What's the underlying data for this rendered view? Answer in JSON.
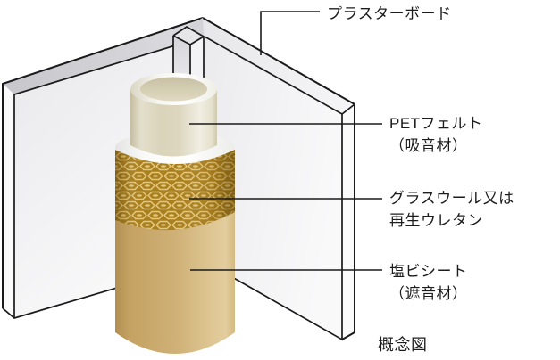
{
  "diagram": {
    "caption": "概念図",
    "labels": {
      "plasterboard": {
        "text": "プラスターボード"
      },
      "pet_felt": {
        "line1": "PETフェルト",
        "line2": "（吸音材）"
      },
      "glass_wool": {
        "line1": "グラスウール又は",
        "line2": "再生ウレタン"
      },
      "pvc_sheet": {
        "line1": "塩ビシート",
        "line2": "（遮音材）"
      }
    },
    "colors": {
      "outline": "#1a1a1a",
      "leader_line": "#1a1a1a",
      "text": "#1c1c1c",
      "wall_face": "#F3F3F5",
      "wall_edge_shadow": "#CBCBCF",
      "mesh_gold": "#AA801F",
      "mesh_highlight": "#E3C77E",
      "pvc_tan": "#CFB076",
      "pet_cream": "#DCD6BE",
      "wool_white": "#FAFAF8"
    }
  }
}
